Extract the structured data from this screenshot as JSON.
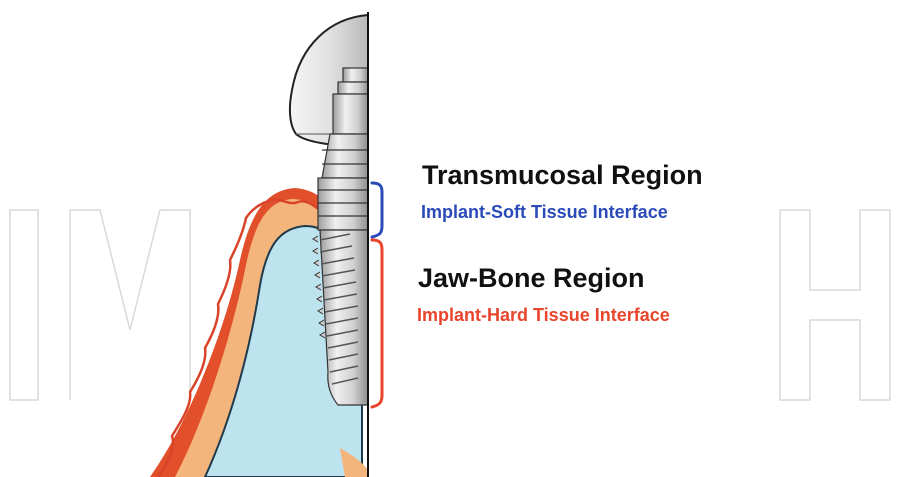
{
  "regions": {
    "transmucosal": {
      "title": "Transmucosal Region",
      "subtitle": "Implant-Soft Tissue Interface",
      "color": "#2b4bb8"
    },
    "jaw_bone": {
      "title": "Jaw-Bone Region",
      "subtitle": "Implant-Hard Tissue Interface",
      "color": "#e8452c"
    }
  },
  "colors": {
    "bone": "#bde3ef",
    "soft_tissue": "#f4b57d",
    "gingiva_outline": "#e2502b",
    "implant_metal": "#d7d7d7",
    "crown": "#e6e6e6",
    "watermark": "#d9d9d9"
  }
}
